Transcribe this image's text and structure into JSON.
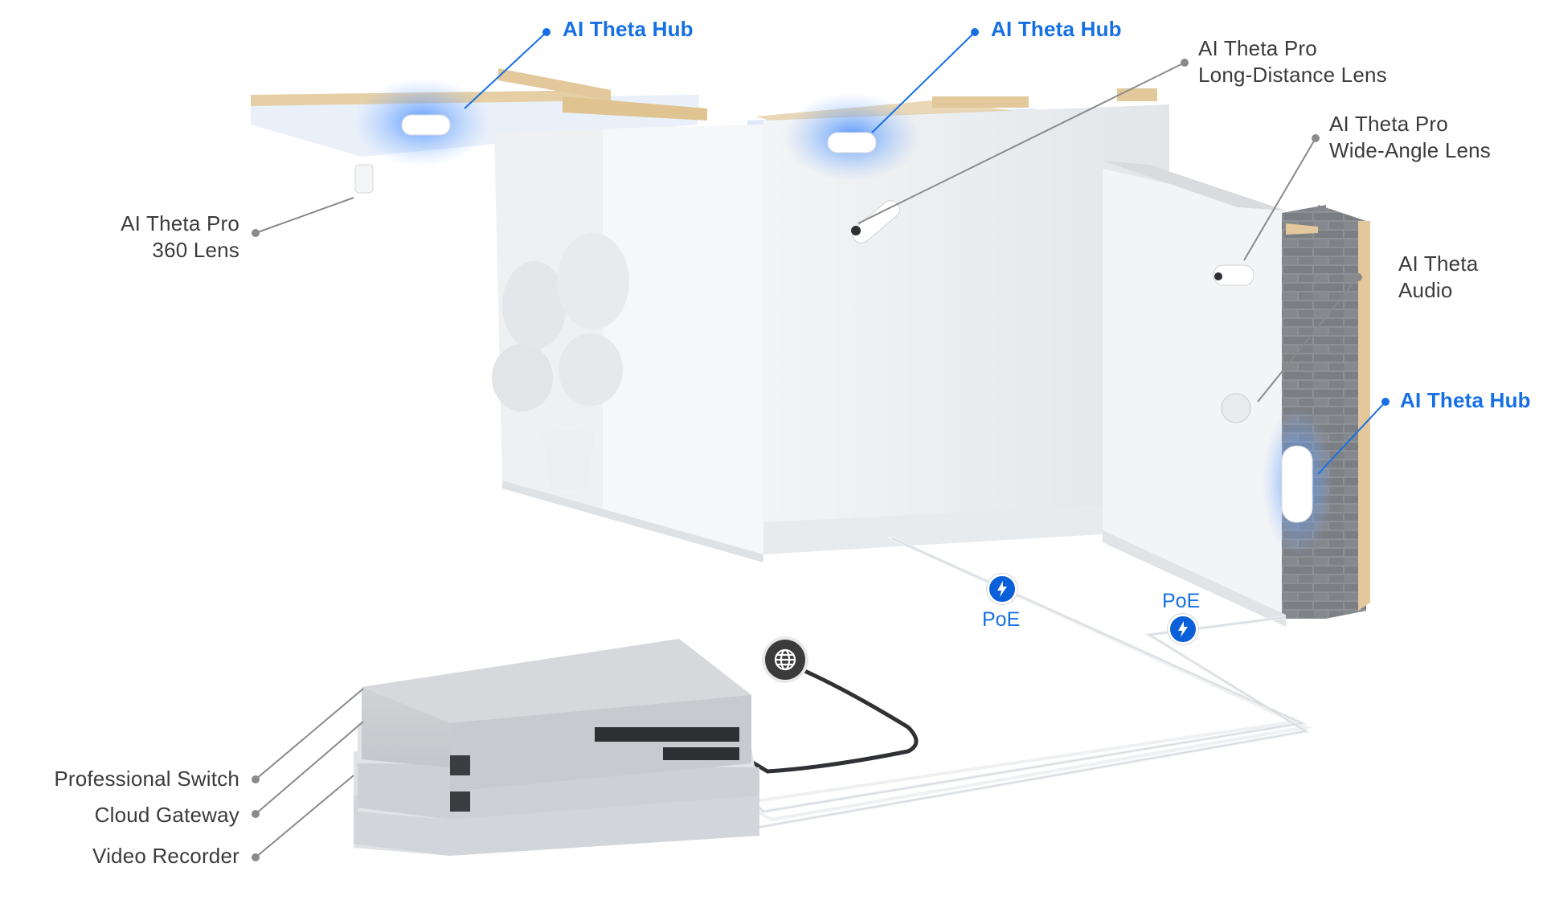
{
  "labels": {
    "hub_1": "AI Theta Hub",
    "hub_2": "AI Theta Hub",
    "hub_3": "AI Theta Hub",
    "long_distance": [
      "AI Theta Pro",
      "Long-Distance Lens"
    ],
    "wide_angle": [
      "AI Theta Pro",
      "Wide-Angle Lens"
    ],
    "lens_360": [
      "AI Theta Pro",
      "360 Lens"
    ],
    "audio": [
      "AI Theta",
      "Audio"
    ],
    "professional_switch": "Professional Switch",
    "cloud_gateway": "Cloud Gateway",
    "video_recorder": "Video Recorder"
  },
  "poe": {
    "left": "PoE",
    "right": "PoE"
  },
  "icons": {
    "poe": "lightning-bolt-icon",
    "internet": "globe-icon"
  },
  "colors": {
    "hub_accent": "#1670e4",
    "label_text": "#3b3b3b",
    "poe_badge": "#0b5fd9",
    "leader_line": "#8a8a8a"
  }
}
